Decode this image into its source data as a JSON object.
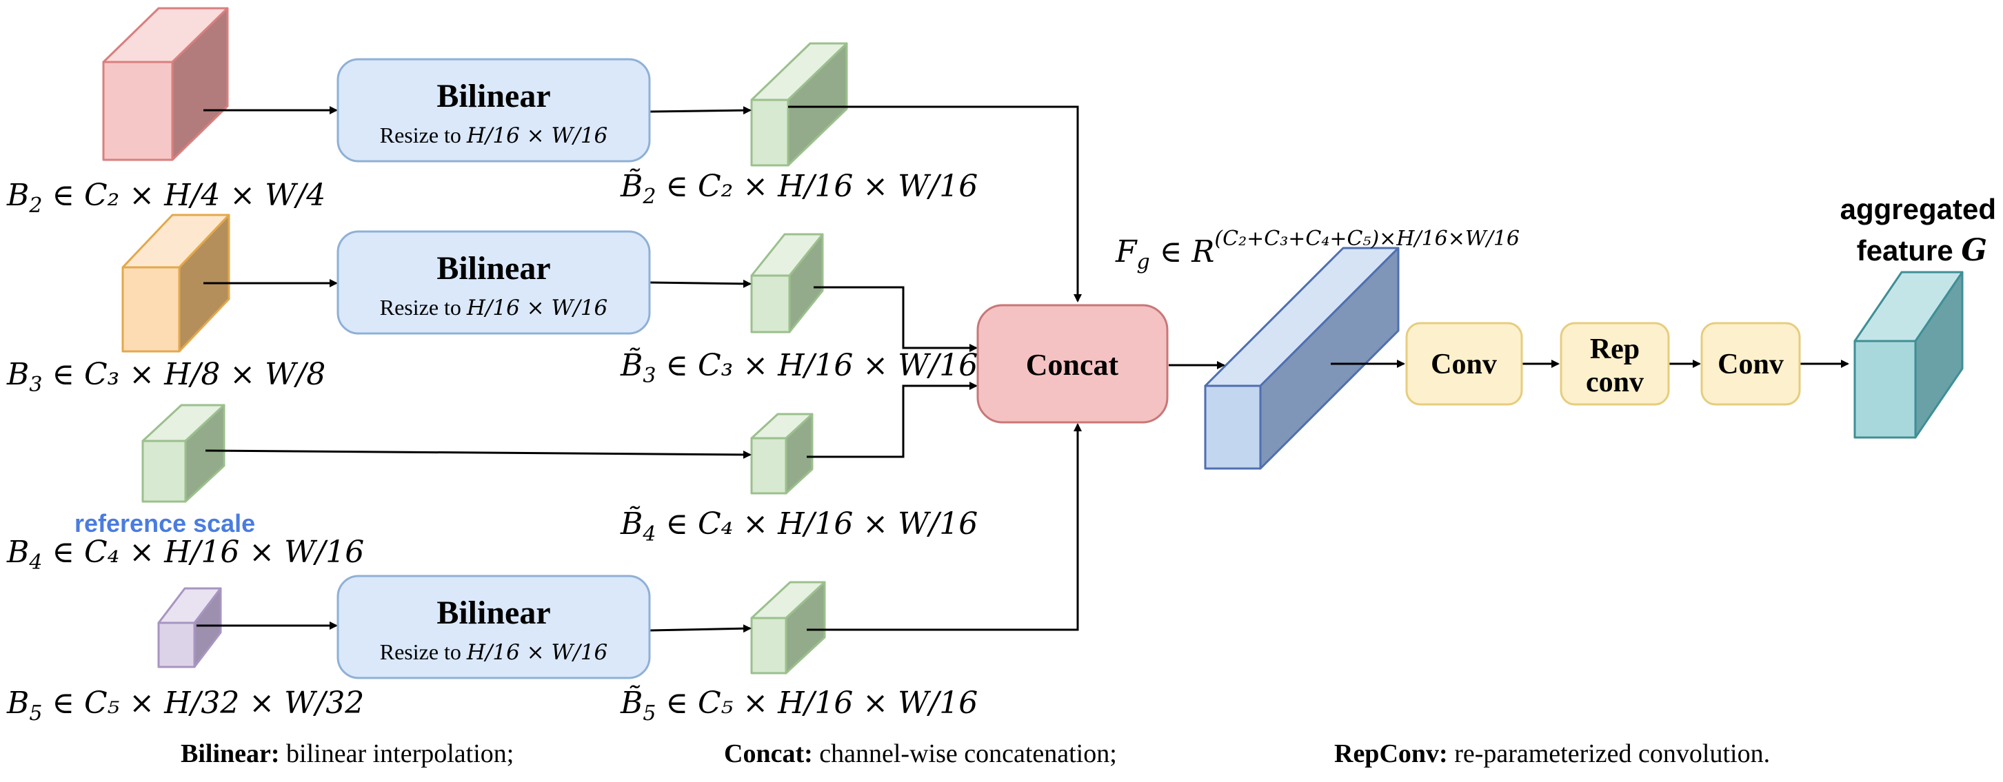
{
  "colors": {
    "red_front": "#f6c7c7",
    "red_side": "#b27c7c",
    "red_top": "#f9dcdc",
    "red_stroke": "#d97f7f",
    "orange_front": "#fddcb4",
    "orange_side": "#b48f5c",
    "orange_top": "#fde8cf",
    "orange_stroke": "#e3a84c",
    "green_front": "#d7e9d0",
    "green_side": "#93ab8a",
    "green_top": "#e6f1e1",
    "green_stroke": "#9bc08d",
    "purple_front": "#ddd3e8",
    "purple_side": "#9d8fae",
    "purple_top": "#e9e2f0",
    "purple_stroke": "#a895c2",
    "blue_front": "#c3d6ef",
    "blue_side": "#7f96b8",
    "blue_top": "#d6e3f4",
    "blue_stroke": "#4f6fb0",
    "teal_front": "#a9d8dc",
    "teal_side": "#6aa1a6",
    "teal_top": "#c4e5e8",
    "teal_stroke": "#3f8f96",
    "bilinear_fill": "#dae8fa",
    "bilinear_stroke": "#8fb0d6",
    "concat_fill": "#f4c2c2",
    "concat_stroke": "#c97777",
    "conv_fill": "#fdf0cc",
    "conv_stroke": "#e6cd7e",
    "reference_blue": "#4a7ce0"
  },
  "inputs": {
    "b2": {
      "symbol": "B",
      "sub": "2",
      "expr": " ∈ C₂ × H/4 × W/4"
    },
    "b3": {
      "symbol": "B",
      "sub": "3",
      "expr": " ∈ C₃ × H/8 × W/8"
    },
    "b4": {
      "symbol": "B",
      "sub": "4",
      "expr": " ∈ C₄ × H/16 × W/16"
    },
    "b5": {
      "symbol": "B",
      "sub": "5",
      "expr": " ∈ C₅ × H/32 × W/32"
    },
    "reference_scale": "reference scale"
  },
  "bilinear_blocks": [
    {
      "title": "Bilinear",
      "subtitle_prefix": "Resize to ",
      "subtitle_math": "H/16 × W/16"
    },
    {
      "title": "Bilinear",
      "subtitle_prefix": "Resize to ",
      "subtitle_math": "H/16 × W/16"
    },
    {
      "title": "Bilinear",
      "subtitle_prefix": "Resize to ",
      "subtitle_math": "H/16 × W/16"
    }
  ],
  "resized": {
    "b2": {
      "symbol": "B̃",
      "sub": "2",
      "expr": " ∈ C₂ × H/16 × W/16"
    },
    "b3": {
      "symbol": "B̃",
      "sub": "3",
      "expr": " ∈ C₃ × H/16 × W/16"
    },
    "b4": {
      "symbol": "B̃",
      "sub": "4",
      "expr": " ∈ C₄ × H/16 × W/16"
    },
    "b5": {
      "symbol": "B̃",
      "sub": "5",
      "expr": " ∈ C₅ × H/16 × W/16"
    }
  },
  "concat": {
    "label": "Concat"
  },
  "fg": {
    "symbol": "F",
    "sub": "g",
    "expr": " ∈ R",
    "sup": "(C₂+C₃+C₄+C₅)×H/16×W/16"
  },
  "convs": {
    "conv1": "Conv",
    "rep_line1": "Rep",
    "rep_line2": "conv",
    "conv2": "Conv"
  },
  "output": {
    "line1": "aggregated",
    "line2_prefix": "feature ",
    "line2_symbol": "G"
  },
  "legend": {
    "bilinear_term": "Bilinear:",
    "bilinear_desc": " bilinear interpolation;",
    "concat_term": "Concat:",
    "concat_desc": " channel-wise concatenation;",
    "repconv_term": "RepConv:",
    "repconv_desc": " re-parameterized convolution."
  }
}
